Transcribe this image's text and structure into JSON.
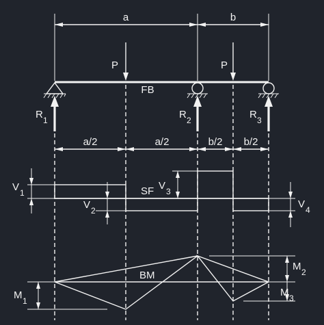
{
  "colors": {
    "background": "#20242c",
    "ink": "#f2f2f2"
  },
  "labels": {
    "span_a": "a",
    "span_b": "b",
    "load_left": "P",
    "load_right": "P",
    "free_body": "FB",
    "shear_force": "SF",
    "bending_moment": "BM",
    "half_a_left": "a/2",
    "half_a_right": "a/2",
    "half_b_left": "b/2",
    "half_b_right": "b/2"
  },
  "reactions": [
    {
      "symbol": "R",
      "index": "1"
    },
    {
      "symbol": "R",
      "index": "2"
    },
    {
      "symbol": "R",
      "index": "3"
    }
  ],
  "shear_values": [
    {
      "symbol": "V",
      "index": "1"
    },
    {
      "symbol": "V",
      "index": "2"
    },
    {
      "symbol": "V",
      "index": "3"
    },
    {
      "symbol": "V",
      "index": "4"
    }
  ],
  "moment_values": [
    {
      "symbol": "M",
      "index": "1"
    },
    {
      "symbol": "M",
      "index": "2"
    },
    {
      "symbol": "M",
      "index": "3"
    }
  ]
}
